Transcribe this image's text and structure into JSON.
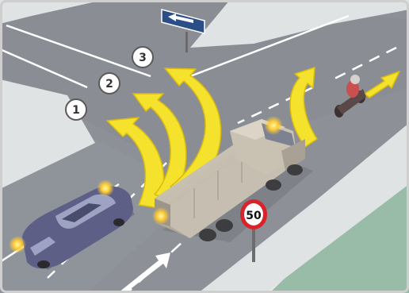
{
  "colors": {
    "border": "#d4d4d4",
    "ground": "#e4e9ea",
    "road": "#8e9298",
    "lane_mark": "#ffffff",
    "curb": "#c8cdd2",
    "sidewalk": "#dfe3e4",
    "grass": "#8fb7a1",
    "arrow_fill": "#f4e22c",
    "arrow_stroke": "#d6b812",
    "car_body": "#5d5f86",
    "truck_body": "#bfb7a8",
    "motorcycle": "#5b4848",
    "rider": "#c85050",
    "sign_red": "#d8232a",
    "route_sign": "#2a4f86",
    "light_glow": "#ffcc33"
  },
  "maneuver_labels": [
    {
      "text": "1"
    },
    {
      "text": "2"
    },
    {
      "text": "3"
    }
  ],
  "speed_limit_sign": {
    "text": "50"
  },
  "icons": {
    "route_sign": "left-arrow-direction-sign",
    "turn_arrows": "curved-yellow-arrows",
    "road_arrow": "white-straight-arrow"
  }
}
